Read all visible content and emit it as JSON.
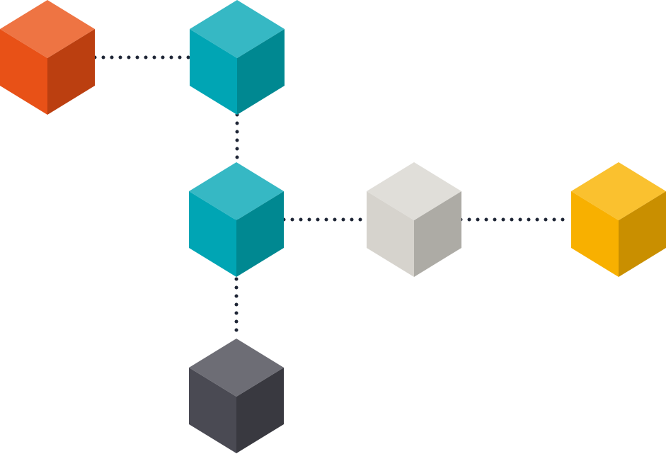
{
  "diagram": {
    "connector": {
      "color": "#1e2535",
      "style": "dotted"
    },
    "nodes": [
      {
        "id": "orange",
        "icon": "cube-icon",
        "colors": {
          "top": "#ee7443",
          "left": "#e85117",
          "right": "#bb3f10"
        }
      },
      {
        "id": "teal-top",
        "icon": "cube-icon",
        "colors": {
          "top": "#36b8c4",
          "left": "#00a5b4",
          "right": "#008891"
        }
      },
      {
        "id": "teal-middle",
        "icon": "cube-icon",
        "colors": {
          "top": "#36b8c4",
          "left": "#00a5b4",
          "right": "#008891"
        }
      },
      {
        "id": "light-gray",
        "icon": "cube-icon",
        "colors": {
          "top": "#e0ded9",
          "left": "#d6d3cd",
          "right": "#adaba5"
        }
      },
      {
        "id": "yellow",
        "icon": "cube-icon",
        "colors": {
          "top": "#fac12f",
          "left": "#f8b000",
          "right": "#c98f00"
        }
      },
      {
        "id": "dark-gray",
        "icon": "cube-icon",
        "colors": {
          "top": "#6d6d75",
          "left": "#4a4a53",
          "right": "#393940"
        }
      }
    ],
    "edges": [
      {
        "from": "orange",
        "to": "teal-top"
      },
      {
        "from": "teal-top",
        "to": "teal-middle"
      },
      {
        "from": "teal-middle",
        "to": "light-gray"
      },
      {
        "from": "light-gray",
        "to": "yellow"
      },
      {
        "from": "teal-middle",
        "to": "dark-gray"
      }
    ]
  }
}
